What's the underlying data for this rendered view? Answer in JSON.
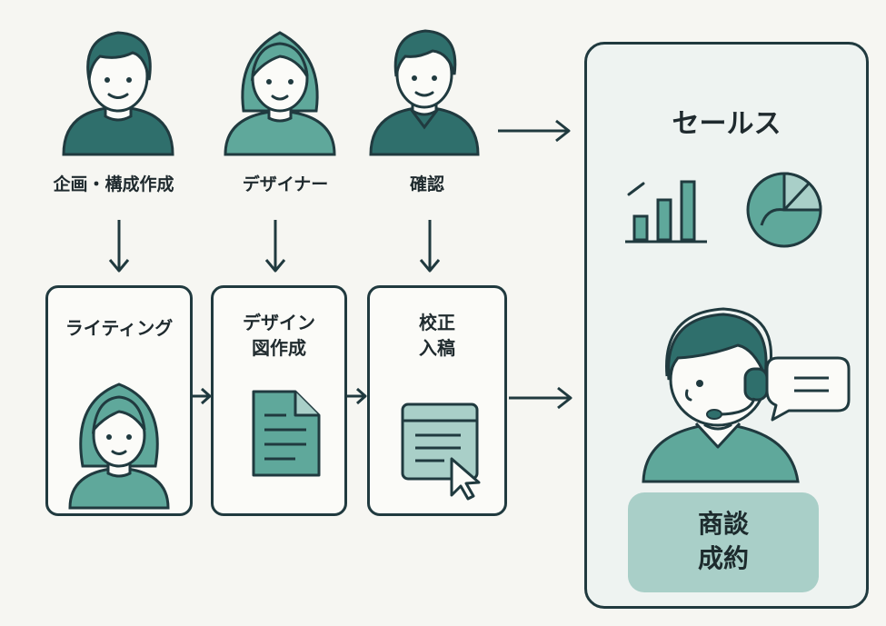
{
  "roles": [
    {
      "label": "企画・構成作成"
    },
    {
      "label": "デザイナー"
    },
    {
      "label": "確認"
    }
  ],
  "steps": [
    {
      "title_lines": [
        "ライティング"
      ]
    },
    {
      "title_lines": [
        "デザイン",
        "図作成"
      ]
    },
    {
      "title_lines": [
        "校正",
        "入稿"
      ]
    }
  ],
  "sales": {
    "title": "セールス",
    "deal_lines": [
      "商談",
      "成約"
    ]
  },
  "colors": {
    "teal": "#5fa89b",
    "dark_teal": "#2f6f6c",
    "outline": "#203a3f",
    "light_teal": "#a9cfc8"
  }
}
